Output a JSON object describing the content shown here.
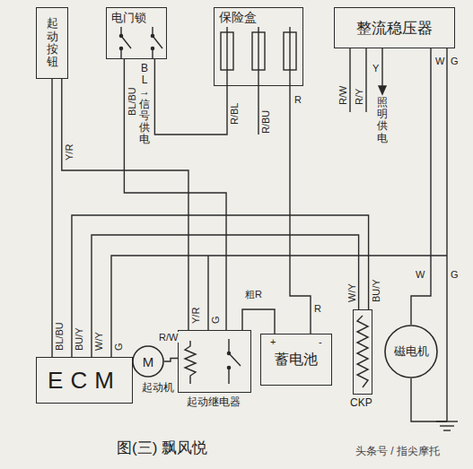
{
  "diagram": {
    "caption": "图(三) 飘风悦",
    "nodes": [
      {
        "text": [
          "起动按钮"
        ]
      },
      {
        "text": [
          "电门锁"
        ]
      },
      {
        "text": [
          "保险盒"
        ]
      },
      {
        "text": [
          "整流稳压器"
        ]
      },
      {
        "text": [
          "ECM"
        ]
      },
      {
        "text": [
          "M",
          "起动机"
        ]
      },
      {
        "text": [
          "起动继电器"
        ]
      },
      {
        "text": [
          "蓄电池"
        ]
      },
      {
        "text": [
          "CKP"
        ]
      },
      {
        "text": [
          "磁电机"
        ]
      }
    ],
    "edges": [
      {
        "from": 0,
        "to": 4,
        "arrow": "none"
      },
      {
        "from": 0,
        "to": 6,
        "arrow": "none"
      },
      {
        "from": 1,
        "to": 6,
        "arrow": "none"
      },
      {
        "from": 1,
        "to": 2,
        "arrow": "none"
      },
      {
        "from": 2,
        "to": 7,
        "arrow": "none"
      },
      {
        "from": 3,
        "to": 9,
        "arrow": "none"
      },
      {
        "from": 6,
        "to": 5,
        "arrow": "none"
      },
      {
        "from": 6,
        "to": 7,
        "arrow": "none"
      },
      {
        "from": 8,
        "to": 4,
        "arrow": "none"
      },
      {
        "from": 8,
        "to": 4,
        "arrow": "none"
      }
    ],
    "labels": [
      "Y/R",
      "BL/BU",
      "BL→信号供电",
      "R/BL",
      "R/BU",
      "R",
      "R/W",
      "R/Y",
      "Y",
      "照明供电",
      "W",
      "G",
      "W",
      "G",
      "BL/BU",
      "BU/Y",
      "W/Y",
      "G",
      "R/W",
      "Y/R",
      "G",
      "粗R",
      "R",
      "+",
      "-",
      "BU/Y",
      "W/Y",
      "头条号 / 指尖摩托"
    ]
  }
}
